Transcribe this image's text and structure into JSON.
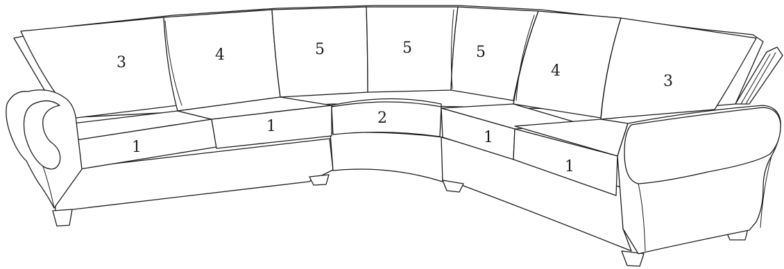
{
  "diagram": {
    "back_cushions": [
      {
        "id": "back-cushion-left-end",
        "label": "3"
      },
      {
        "id": "back-cushion-left-mid",
        "label": "4"
      },
      {
        "id": "back-cushion-center-left",
        "label": "5"
      },
      {
        "id": "back-cushion-center",
        "label": "5"
      },
      {
        "id": "back-cushion-center-right",
        "label": "5"
      },
      {
        "id": "back-cushion-right-mid",
        "label": "4"
      },
      {
        "id": "back-cushion-right-end",
        "label": "3"
      }
    ],
    "seat_cushions": [
      {
        "id": "seat-cushion-left-outer",
        "label": "1"
      },
      {
        "id": "seat-cushion-left-inner",
        "label": "1"
      },
      {
        "id": "seat-cushion-corner",
        "label": "2"
      },
      {
        "id": "seat-cushion-right-inner",
        "label": "1"
      },
      {
        "id": "seat-cushion-right-outer",
        "label": "1"
      }
    ]
  }
}
